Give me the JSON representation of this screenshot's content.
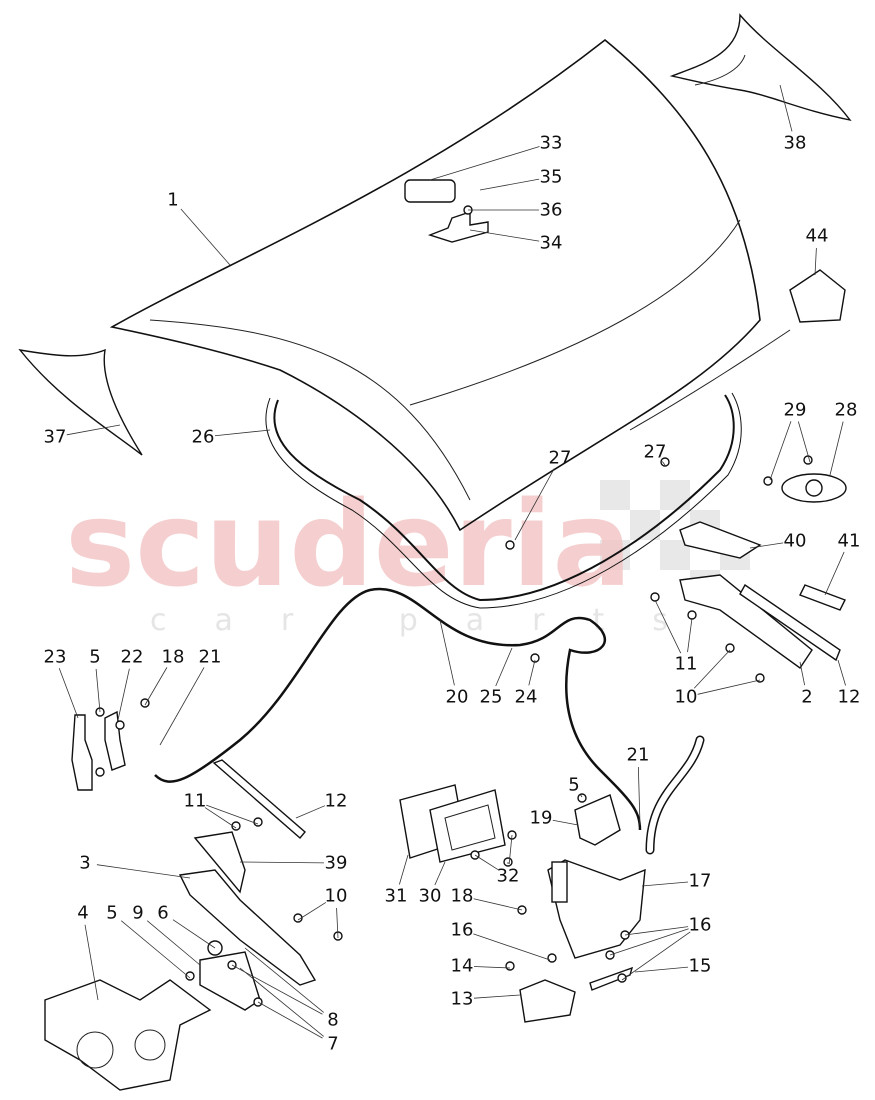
{
  "watermark": {
    "brand": "scuderia",
    "tagline": "car parts"
  },
  "callouts": [
    "1",
    "33",
    "35",
    "36",
    "34",
    "38",
    "44",
    "37",
    "26",
    "29",
    "28",
    "27",
    "27",
    "40",
    "41",
    "11",
    "10",
    "2",
    "12",
    "20",
    "25",
    "24",
    "23",
    "5",
    "22",
    "18",
    "21",
    "21",
    "5",
    "19",
    "11",
    "12",
    "3",
    "39",
    "31",
    "30",
    "32",
    "17",
    "18",
    "10",
    "4",
    "5",
    "9",
    "6",
    "16",
    "16",
    "14",
    "15",
    "13",
    "8",
    "7"
  ]
}
